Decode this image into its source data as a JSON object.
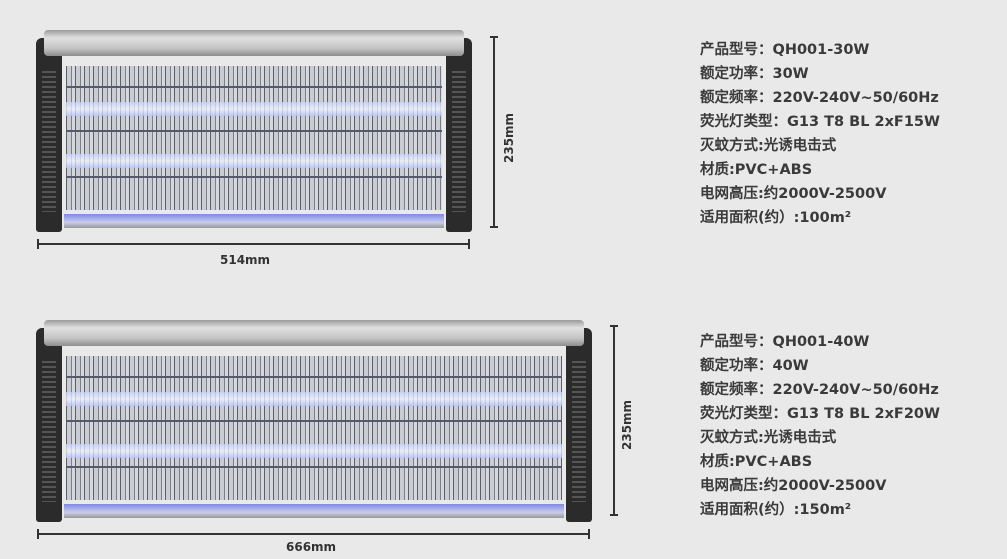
{
  "products": [
    {
      "width_label": "514mm",
      "height_label": "235mm",
      "specs": [
        "产品型号：QH001-30W",
        "额定功率：30W",
        "额定频率：220V-240V~50/60Hz",
        "荧光灯类型：G13 T8 BL 2xF15W",
        "灭蚊方式:光诱电击式",
        "材质:PVC+ABS",
        "电网高压:约2000V-2500V",
        "适用面积(约）:100m²"
      ]
    },
    {
      "width_label": "666mm",
      "height_label": "235mm",
      "specs": [
        "产品型号：QH001-40W",
        "额定功率：40W",
        "额定频率：220V-240V~50/60Hz",
        "荧光灯类型：G13 T8 BL 2xF20W",
        "灭蚊方式:光诱电击式",
        "材质:PVC+ABS",
        "电网高压:约2000V-2500V",
        "适用面积(约）:150m²"
      ]
    }
  ]
}
